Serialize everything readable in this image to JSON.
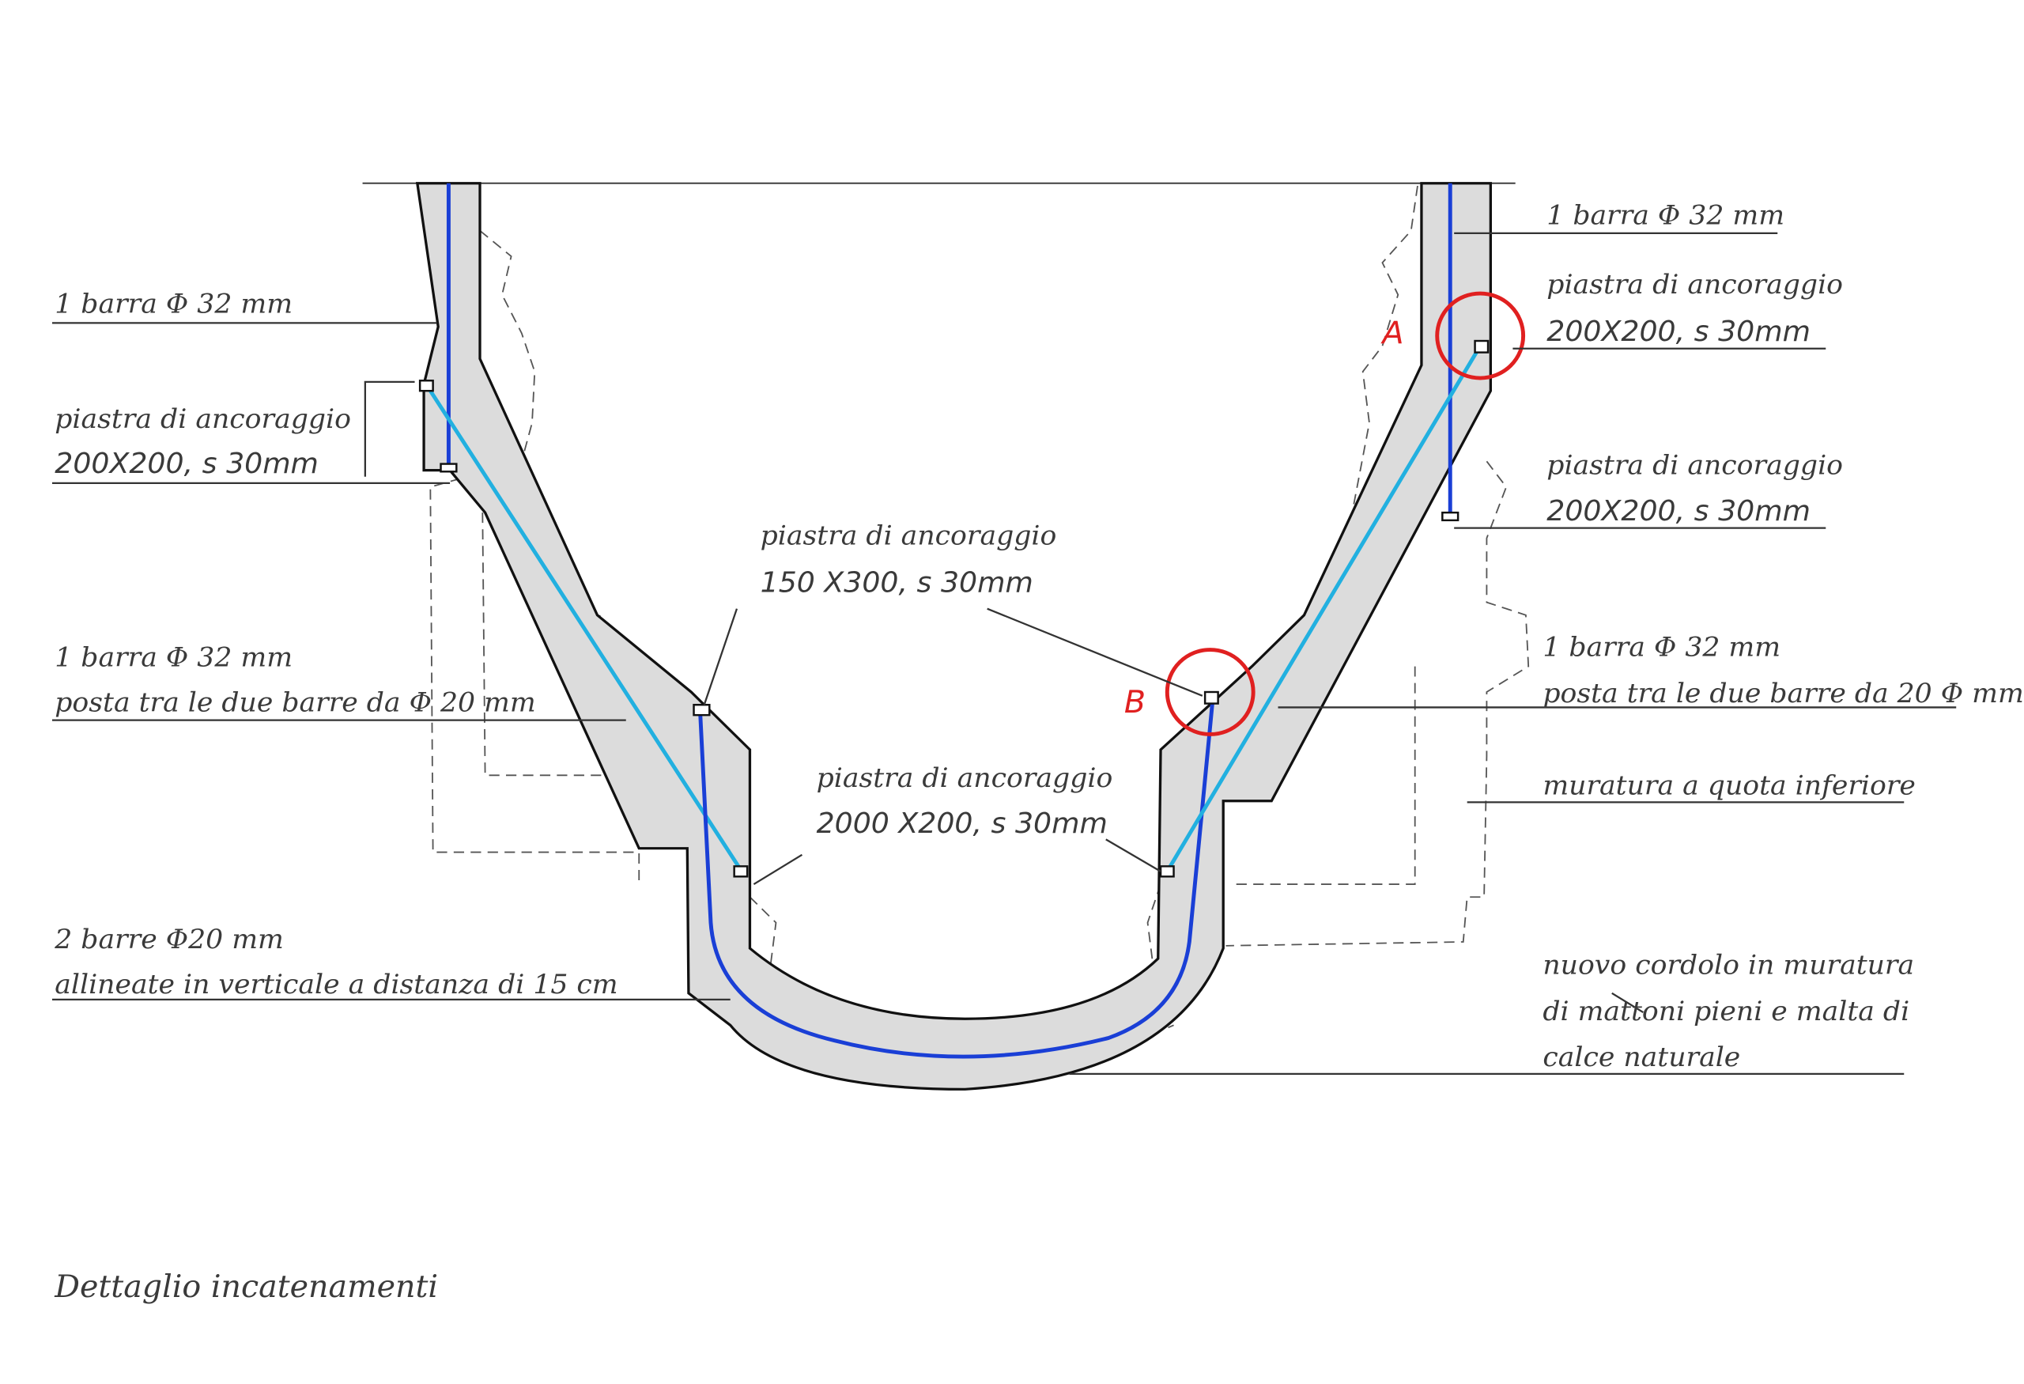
{
  "title": "Dettaglio incatenamenti",
  "colors": {
    "wall": "#dcdcdc",
    "bar_dark": "#1a3fd6",
    "bar_light": "#22b0e0",
    "highlight": "#e02020",
    "text": "#3a3a3a"
  },
  "markers": {
    "a": "A",
    "b": "B"
  },
  "labels": {
    "left_bar_top": "1 barra Φ 32 mm",
    "left_plate_l1": "piastra di ancoraggio",
    "left_plate_l2": "200X200, s 30mm",
    "left_bar_mid_l1": "1 barra Φ 32 mm",
    "left_bar_mid_l2": "posta tra le due barre da Φ 20 mm",
    "left_bars_bottom_l1": "2 barre Φ20 mm",
    "left_bars_bottom_l2": "allineate in verticale a distanza di 15 cm",
    "center_plate_top_l1": "piastra di ancoraggio",
    "center_plate_top_l2": "150 X300, s 30mm",
    "center_plate_bottom_l1": "piastra di ancoraggio",
    "center_plate_bottom_l2": "2000 X200, s 30mm",
    "right_bar_top": "1 barra Φ 32 mm",
    "right_plate1_l1": "piastra di ancoraggio",
    "right_plate1_l2": "200X200, s 30mm",
    "right_plate2_l1": "piastra di ancoraggio",
    "right_plate2_l2": "200X200, s 30mm",
    "right_bar_mid_l1": "1 barra Φ 32 mm",
    "right_bar_mid_l2": "posta tra le due barre da 20 Φ mm",
    "right_masonry": "muratura a quota inferiore",
    "right_cordolo_l1": "nuovo cordolo in muratura",
    "right_cordolo_l2": "di mattoni pieni e malta di",
    "right_cordolo_l3": "calce naturale"
  }
}
